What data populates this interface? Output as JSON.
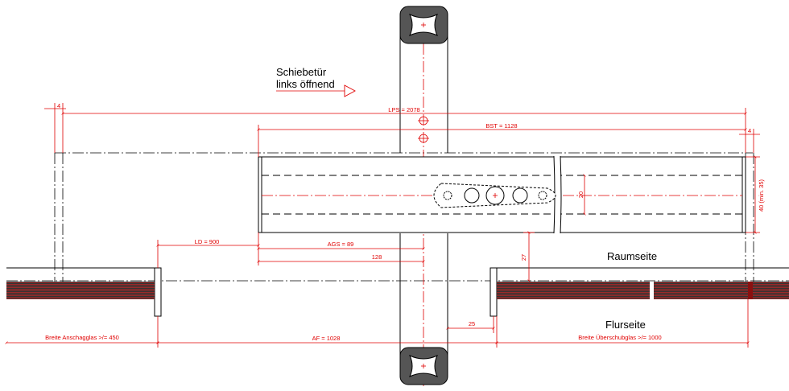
{
  "labels": {
    "door_type_line1": "Schiebetür",
    "door_type_line2": "links öffnend",
    "room_side": "Raumseite",
    "corridor_side": "Flurseite"
  },
  "dimensions": {
    "offset_top_left": "4",
    "lps": "LPS = 2078",
    "bst": "BST = 1128",
    "offset_top_right": "4",
    "height_40": "40 (min. 35)",
    "inner_20": "20",
    "ld": "LD = 900",
    "ags": "AGS = 89",
    "dim_128": "128",
    "dim_27": "27",
    "dim_25": "25",
    "breite_anschlagglas": "Breite Anschagglas >/= 450",
    "af": "AF = 1028",
    "breite_ueberschubglas": "Breite Überschubglas >/= 1000"
  },
  "colors": {
    "dimension": "#e00000",
    "outline": "#000000",
    "handle_fill": "#555555"
  }
}
